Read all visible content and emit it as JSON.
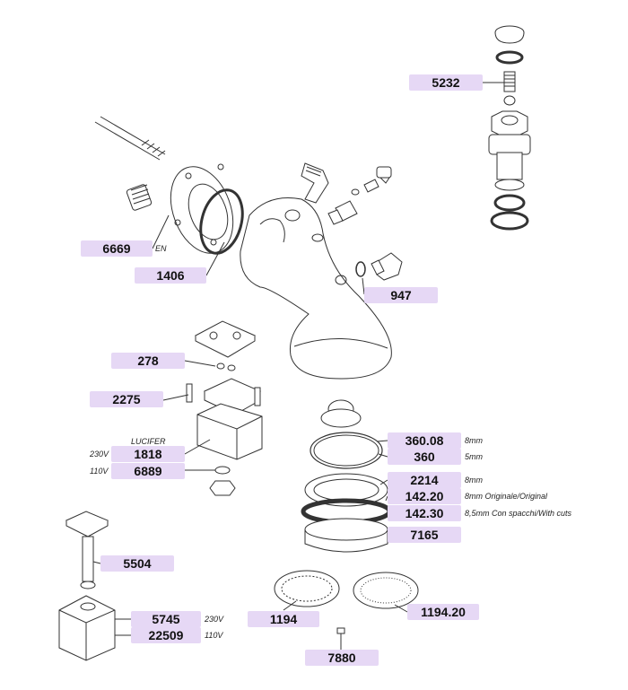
{
  "diagram": {
    "parts": [
      {
        "code": "5232"
      },
      {
        "code": "6669",
        "note": "EN"
      },
      {
        "code": "1406"
      },
      {
        "code": "947"
      },
      {
        "code": "278"
      },
      {
        "code": "2275"
      },
      {
        "code": "1818",
        "note_left": "230V",
        "note_above": "LUCIFER"
      },
      {
        "code": "6889",
        "note_left": "110V"
      },
      {
        "code": "360.08",
        "note": "8mm"
      },
      {
        "code": "360",
        "note": "5mm"
      },
      {
        "code": "2214",
        "note": "8mm"
      },
      {
        "code": "142.20",
        "note": "8mm  Originale/Original"
      },
      {
        "code": "142.30",
        "note": "8,5mm  Con spacchi/With cuts"
      },
      {
        "code": "7165"
      },
      {
        "code": "5504"
      },
      {
        "code": "5745",
        "note": "230V"
      },
      {
        "code": "22509",
        "note": "110V"
      },
      {
        "code": "1194"
      },
      {
        "code": "1194.20"
      },
      {
        "code": "7880"
      }
    ],
    "label_color": "#e6d8f5",
    "line_color": "#333333"
  }
}
